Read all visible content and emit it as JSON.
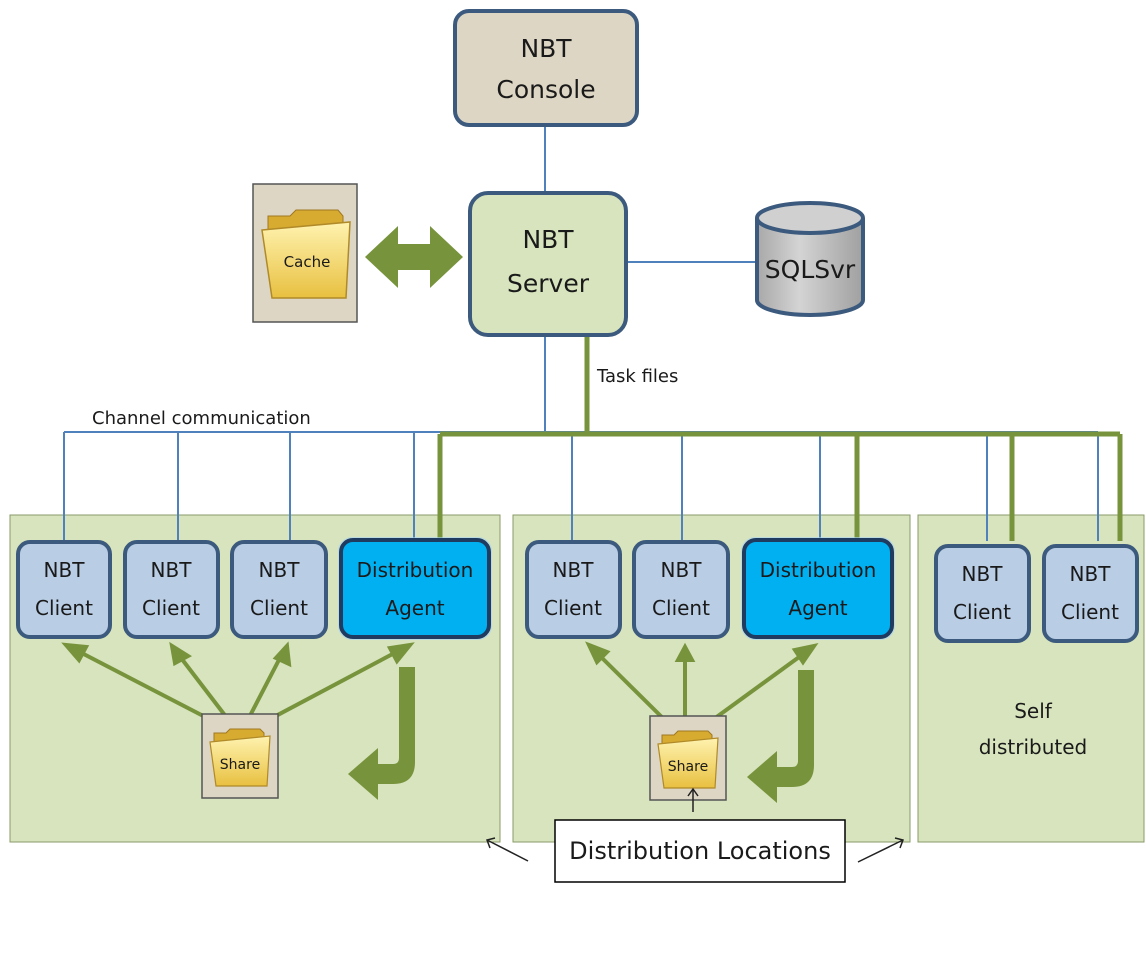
{
  "nodes": {
    "console": {
      "line1": "NBT",
      "line2": "Console"
    },
    "server": {
      "line1": "NBT",
      "line2": "Server"
    },
    "sqlsvr": {
      "label": "SQLSvr"
    },
    "cache": {
      "label": "Cache"
    },
    "client": {
      "line1": "NBT",
      "line2": "Client"
    },
    "agent": {
      "line1": "Distribution",
      "line2": "Agent"
    },
    "share": {
      "label": "Share"
    }
  },
  "labels": {
    "task_files": "Task files",
    "channel_communication": "Channel communication",
    "self_distributed_line1": "Self",
    "self_distributed_line2": "distributed",
    "distribution_locations": "Distribution Locations"
  },
  "colors": {
    "console_fill": "#ddd6c4",
    "node_border": "#3c5a7d",
    "server_fill": "#d7e4bd",
    "client_fill": "#b9cde5",
    "agent_fill": "#00b0f0",
    "location_fill": "#d7e4bd",
    "blue_line": "#4f81bd",
    "green_arrow": "#77933c",
    "cache_box_fill": "#ddd6c4",
    "folder_fill": "#f3da6a",
    "db_fill": "#c0c0c0"
  }
}
